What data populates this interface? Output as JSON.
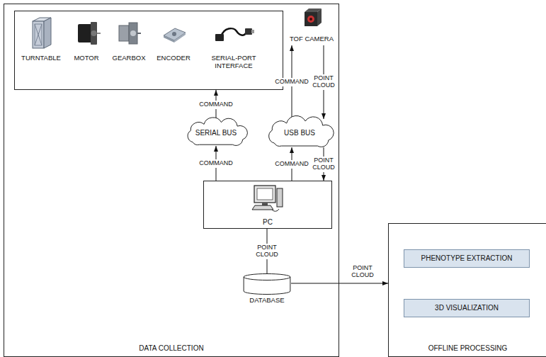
{
  "diagram": {
    "nodes": [
      {
        "text": [
          "DATA COLLECTION"
        ]
      },
      {
        "text": [
          "TURNTABLE",
          "MOTOR",
          "GEARBOX",
          "ENCODER",
          "SERIAL-PORT INTERFACE"
        ],
        "in": 0
      },
      {
        "text": [
          "SERIAL BUS"
        ],
        "in": 0
      },
      {
        "text": [
          "TOF CAMERA"
        ],
        "in": 0
      },
      {
        "text": [
          "USB BUS"
        ],
        "in": 0
      },
      {
        "text": [
          "PC"
        ],
        "in": 0
      },
      {
        "text": [
          "DATABASE"
        ],
        "in": 0
      },
      {
        "text": [
          "OFFLINE PROCESSING"
        ]
      },
      {
        "text": [
          "PHENOTYPE EXTRACTION"
        ],
        "in": 7
      },
      {
        "text": [
          "3D VISUALIZATION"
        ],
        "in": 7
      }
    ],
    "edges": [
      {
        "from": 2,
        "to": 1,
        "label": "COMMAND",
        "arrow": "to"
      },
      {
        "from": 5,
        "to": 2,
        "label": "COMMAND",
        "arrow": "to"
      },
      {
        "from": 4,
        "to": 3,
        "label": "COMMAND",
        "arrow": "to"
      },
      {
        "from": 3,
        "to": 4,
        "label": "POINT CLOUD",
        "arrow": "to"
      },
      {
        "from": 5,
        "to": 4,
        "label": "COMMAND",
        "arrow": "to"
      },
      {
        "from": 4,
        "to": 5,
        "label": "POINT CLOUD",
        "arrow": "to"
      },
      {
        "from": 5,
        "to": 6,
        "label": "POINT CLOUD",
        "arrow": "none"
      },
      {
        "from": 6,
        "to": 7,
        "label": "POINT CLOUD",
        "arrow": "to"
      }
    ]
  }
}
